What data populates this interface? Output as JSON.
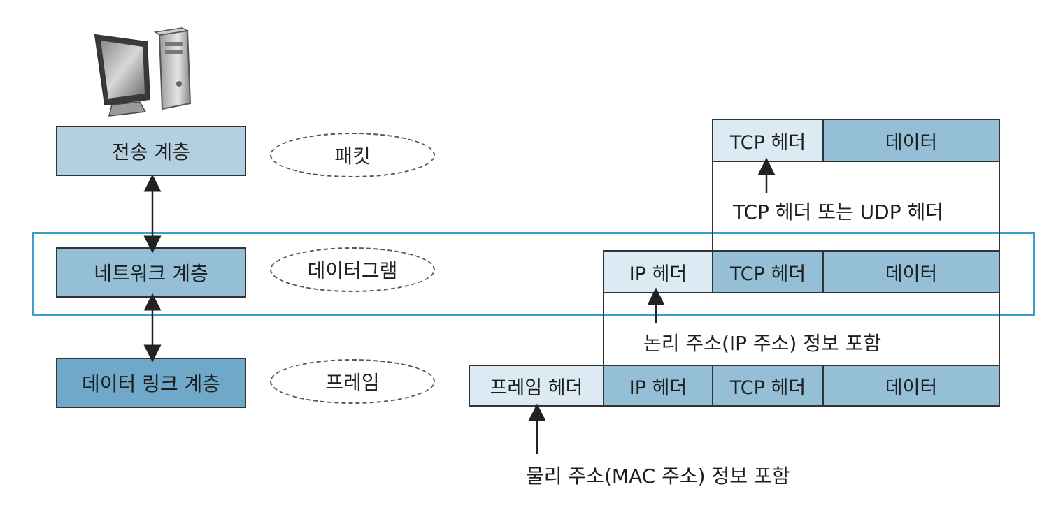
{
  "layers": [
    {
      "label": "전송 계층",
      "unit": "패킷"
    },
    {
      "label": "네트워크 계층",
      "unit": "데이터그램"
    },
    {
      "label": "데이터 링크 계층",
      "unit": "프레임"
    }
  ],
  "transport_row": {
    "tcp_header": "TCP 헤더",
    "data": "데이터"
  },
  "network_row": {
    "ip_header": "IP 헤더",
    "tcp_header": "TCP 헤더",
    "data": "데이터"
  },
  "datalink_row": {
    "frame_header": "프레임 헤더",
    "ip_header": "IP 헤더",
    "tcp_header": "TCP 헤더",
    "data": "데이터"
  },
  "notes": {
    "tcp_udp": "TCP 헤더 또는 UDP 헤더",
    "logical_address": "논리 주소(IP 주소) 정보 포함",
    "physical_address": "물리 주소(MAC 주소) 정보 포함"
  },
  "colors": {
    "transport": "#b3d0e0",
    "network": "#94bfd6",
    "datalink": "#6fa8c8",
    "highlight": "#3b9ec9",
    "header_light": "#dcebf3"
  }
}
